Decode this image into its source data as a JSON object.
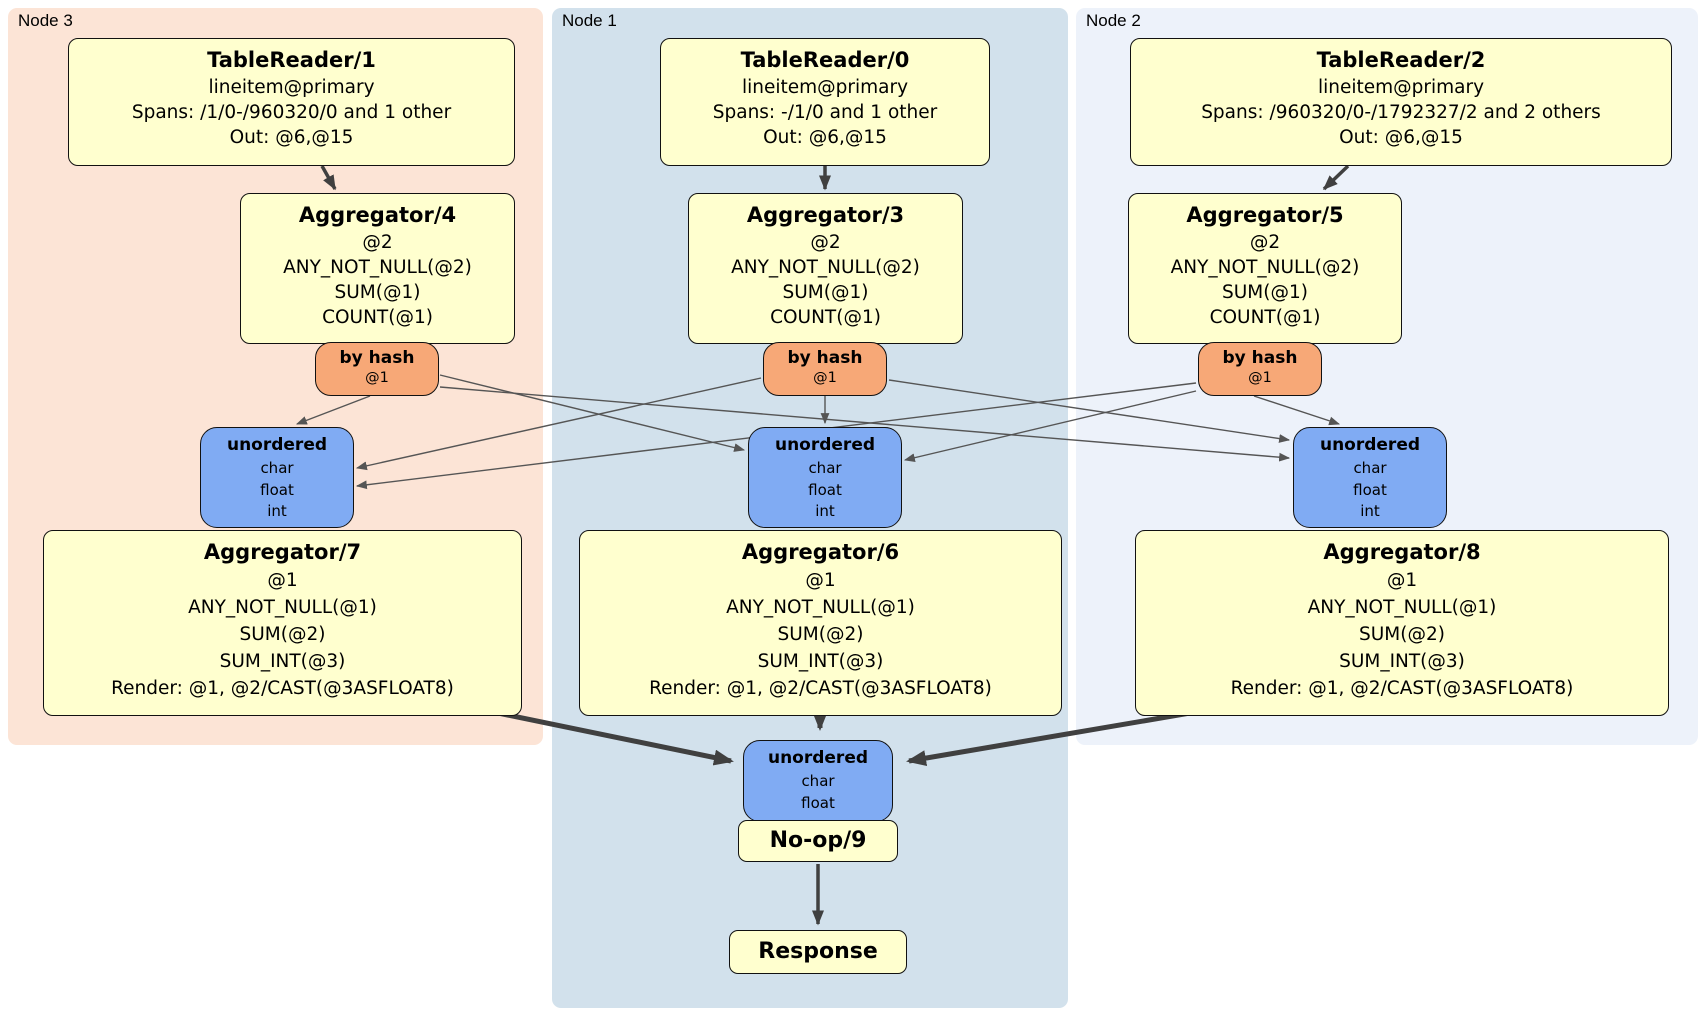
{
  "colors": {
    "node3_bg": "#fce4d6",
    "node1_bg": "#d2e1ec",
    "node2_bg": "#edf2fa",
    "processor_fill": "#ffffcf",
    "router_fill": "#f7a877",
    "sync_fill": "#80abf3",
    "edge_color": "#444444"
  },
  "nodes": {
    "node3": {
      "label": "Node 3",
      "table_reader": {
        "title": "TableReader/1",
        "index": "lineitem@primary",
        "spans": "Spans: /1/0-/960320/0 and 1 other",
        "out": "Out: @6,@15"
      },
      "aggregator_top": {
        "title": "Aggregator/4",
        "group": "@2",
        "fn1": "ANY_NOT_NULL(@2)",
        "fn2": "SUM(@1)",
        "fn3": "COUNT(@1)"
      },
      "router": {
        "title": "by hash",
        "key": "@1"
      },
      "sync": {
        "title": "unordered",
        "t1": "char",
        "t2": "float",
        "t3": "int"
      },
      "aggregator_bottom": {
        "title": "Aggregator/7",
        "group": "@1",
        "fn1": "ANY_NOT_NULL(@1)",
        "fn2": "SUM(@2)",
        "fn3": "SUM_INT(@3)",
        "render": "Render: @1, @2/CAST(@3ASFLOAT8)"
      }
    },
    "node1": {
      "label": "Node 1",
      "table_reader": {
        "title": "TableReader/0",
        "index": "lineitem@primary",
        "spans": "Spans: -/1/0 and 1 other",
        "out": "Out: @6,@15"
      },
      "aggregator_top": {
        "title": "Aggregator/3",
        "group": "@2",
        "fn1": "ANY_NOT_NULL(@2)",
        "fn2": "SUM(@1)",
        "fn3": "COUNT(@1)"
      },
      "router": {
        "title": "by hash",
        "key": "@1"
      },
      "sync": {
        "title": "unordered",
        "t1": "char",
        "t2": "float",
        "t3": "int"
      },
      "aggregator_bottom": {
        "title": "Aggregator/6",
        "group": "@1",
        "fn1": "ANY_NOT_NULL(@1)",
        "fn2": "SUM(@2)",
        "fn3": "SUM_INT(@3)",
        "render": "Render: @1, @2/CAST(@3ASFLOAT8)"
      },
      "final_sync": {
        "title": "unordered",
        "t1": "char",
        "t2": "float"
      },
      "noop": {
        "title": "No-op/9"
      },
      "response": {
        "title": "Response"
      }
    },
    "node2": {
      "label": "Node 2",
      "table_reader": {
        "title": "TableReader/2",
        "index": "lineitem@primary",
        "spans": "Spans: /960320/0-/1792327/2 and 2 others",
        "out": "Out: @6,@15"
      },
      "aggregator_top": {
        "title": "Aggregator/5",
        "group": "@2",
        "fn1": "ANY_NOT_NULL(@2)",
        "fn2": "SUM(@1)",
        "fn3": "COUNT(@1)"
      },
      "router": {
        "title": "by hash",
        "key": "@1"
      },
      "sync": {
        "title": "unordered",
        "t1": "char",
        "t2": "float",
        "t3": "int"
      },
      "aggregator_bottom": {
        "title": "Aggregator/8",
        "group": "@1",
        "fn1": "ANY_NOT_NULL(@1)",
        "fn2": "SUM(@2)",
        "fn3": "SUM_INT(@3)",
        "render": "Render: @1, @2/CAST(@3ASFLOAT8)"
      }
    }
  }
}
